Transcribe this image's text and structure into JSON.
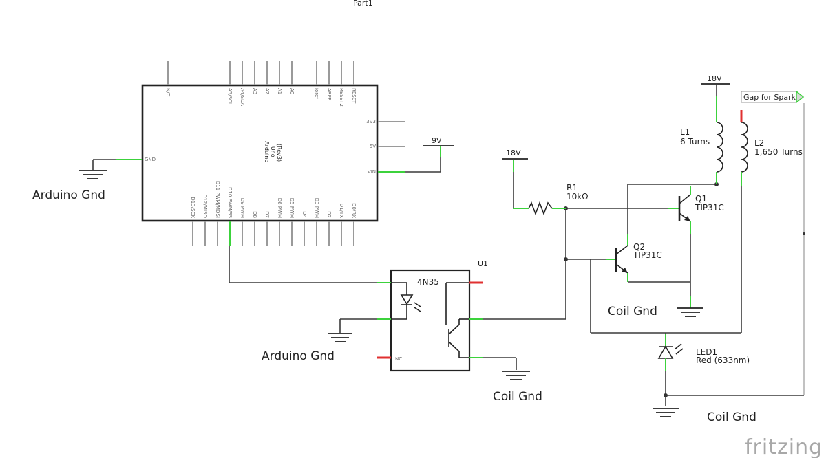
{
  "title": "Part1",
  "labels": {
    "arduino_gnd_1": "Arduino Gnd",
    "arduino_gnd_2": "Arduino Gnd",
    "coil_gnd_1": "Coil Gnd",
    "coil_gnd_2": "Coil Gnd",
    "coil_gnd_3": "Coil Gnd"
  },
  "arduino": {
    "name_line1": "Arduino",
    "name_line2": "Uno",
    "name_line3": "(Rev3)",
    "top_pins": [
      "N/C",
      "A5/SCL",
      "A4/SDA",
      "A3",
      "A2",
      "A1",
      "A0",
      "ioref",
      "AREF",
      "RESET2",
      "RESET"
    ],
    "right_pins": [
      "3V3",
      "5V",
      "VIN"
    ],
    "left_pins": [
      "GND"
    ],
    "bottom_pins": [
      "D13/SCK",
      "D12/MISO",
      "D11 PWM/MOSI",
      "D10 PWM/SS",
      "D9 PWM",
      "D8",
      "D7",
      "D6 PWM",
      "D5 PWM",
      "D4",
      "D3 PWM",
      "D2",
      "D1/TX",
      "D0/RX"
    ]
  },
  "power": {
    "v9": "9V",
    "v18_r1": "18V",
    "v18_coil": "18V"
  },
  "r1": {
    "ref": "R1",
    "value": "10kΩ"
  },
  "q1": {
    "ref": "Q1",
    "value": "TIP31C"
  },
  "q2": {
    "ref": "Q2",
    "value": "TIP31C"
  },
  "u1": {
    "ref": "U1",
    "part": "4N35",
    "nc": "NC"
  },
  "l1": {
    "ref": "L1",
    "value": "6 Turns"
  },
  "l2": {
    "ref": "L2",
    "value": "1,650 Turns"
  },
  "led1": {
    "ref": "LED1",
    "value": "Red (633nm)"
  },
  "spark_gap": "Gap for Spark",
  "logo": "fritzing"
}
